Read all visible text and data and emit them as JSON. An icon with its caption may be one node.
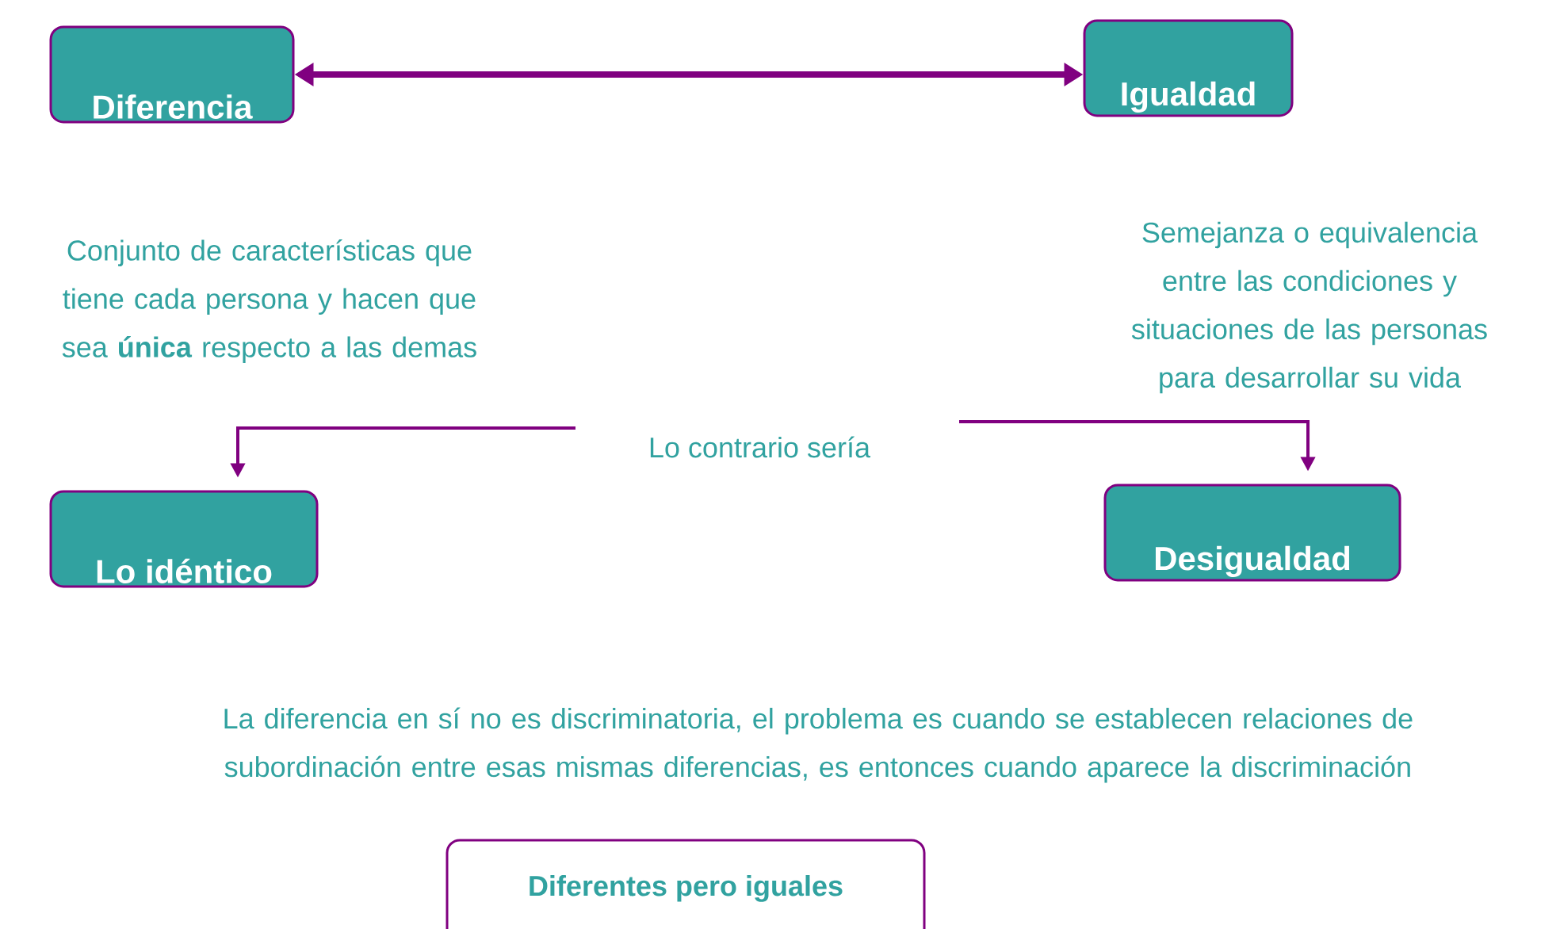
{
  "diagram": {
    "nodes": [
      {
        "text": [
          "Diferencia"
        ]
      },
      {
        "text": [
          "Igualdad"
        ]
      },
      {
        "text": [
          "Lo contrario sería"
        ]
      },
      {
        "text": [
          "Lo idéntico"
        ]
      },
      {
        "text": [
          "Desigualdad"
        ]
      },
      {
        "text": [
          "Diferentes pero iguales"
        ]
      }
    ],
    "edges": [
      {
        "from": 0,
        "to": 1,
        "arrow": "both",
        "style": "thick"
      },
      {
        "from": 2,
        "to": 3,
        "arrow": "to"
      },
      {
        "from": 2,
        "to": 4,
        "arrow": "to"
      }
    ],
    "labels": [
      "Conjunto de características que tiene cada persona y hacen que sea **única** respecto a las demas",
      "Semejanza o equivalencia entre las condiciones y situaciones de las personas para desarrollar su vida",
      "La diferencia en sí no es discriminatoria, el problema es cuando se establecen relaciones de subordinación entre esas mismas diferencias, es entonces cuando aparece la discriminación"
    ]
  }
}
